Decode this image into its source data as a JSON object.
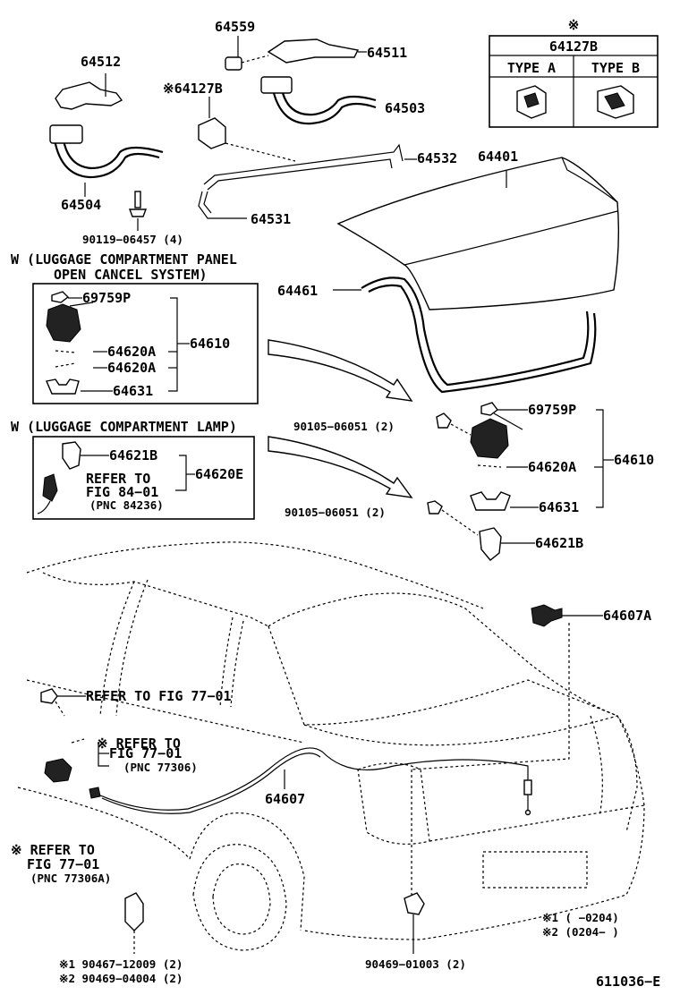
{
  "labels": {
    "p64559": "64559",
    "p64511": "64511",
    "p64512": "64512",
    "p64127b_note": "※64127B",
    "p64503": "64503",
    "p64504": "64504",
    "p90119": "90119−06457 (4)",
    "p64532": "64532",
    "p64531": "64531",
    "p64401": "64401",
    "p64461": "64461",
    "p69759p_right": "69759P",
    "p90105_a": "90105−06051 (2)",
    "p64620a_right": "64620A",
    "p64610_right": "64610",
    "p64631_right": "64631",
    "p90105_b": "90105−06051 (2)",
    "p64621b_right": "64621B",
    "p64607a": "64607A",
    "p64607": "64607",
    "p90469_right": "90469−01003 (2)",
    "diagram_code": "611036−E"
  },
  "type_table": {
    "mark": "※",
    "part": "64127B",
    "col_a": "TYPE  A",
    "col_b": "TYPE  B"
  },
  "panel_box": {
    "title_line1": "W (LUGGAGE  COMPARTMENT  PANEL",
    "title_line2": "OPEN  CANCEL  SYSTEM)",
    "p69759p": "69759P",
    "p64620a_1": "64620A",
    "p64620a_2": "64620A",
    "p64631": "64631",
    "p64610": "64610"
  },
  "lamp_box": {
    "title": "W (LUGGAGE  COMPARTMENT  LAMP)",
    "p64621b": "64621B",
    "refer_line1": "REFER  TO",
    "refer_line2": "FIG  84−01",
    "refer_line3": "(PNC  84236)",
    "p64620e": "64620E"
  },
  "refs": {
    "refer_77_01": "REFER  TO  FIG  77−01",
    "r2_line1": "※   REFER  TO",
    "r2_line2": "FIG  77−01",
    "r2_line3": "(PNC  77306)",
    "r3_line1": "※ REFER  TO",
    "r3_line2": "FIG  77−01",
    "r3_line3": "(PNC  77306A)"
  },
  "footnotes": {
    "left_1": "※1  90467−12009 (2)",
    "left_2": "※2  90469−04004 (2)",
    "right_1": "※1  (          −0204)",
    "right_2": "※2  (0204−          )"
  }
}
